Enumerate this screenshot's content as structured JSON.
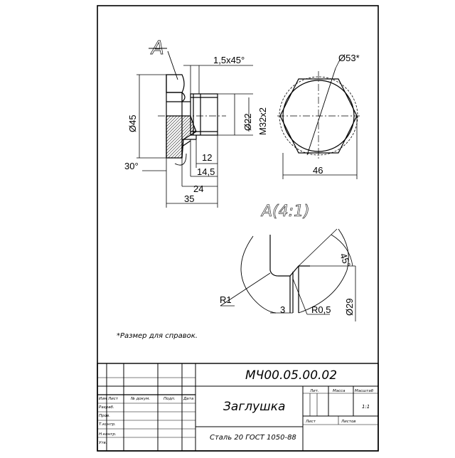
{
  "section_mark": "A",
  "detail_title": "A(4:1)",
  "dimensions": {
    "chamfer": "1,5x45°",
    "d45": "Ø45",
    "d22": "Ø22",
    "m32": "M32x2",
    "d53": "Ø53*",
    "d46": "46",
    "l12": "12",
    "l14_5": "14,5",
    "l24": "24",
    "l35": "35",
    "a30": "30°",
    "a45": "45°",
    "r1": "R1",
    "r0_5": "R0,5",
    "l3": "3",
    "d29": "Ø29"
  },
  "note": "*Размер для справок.",
  "title_block": {
    "drawing_number": "МЧ00.05.00.02",
    "part_name": "Заглушка",
    "material": "Сталь 20 ГОСТ 1050-88",
    "scale": "1:1",
    "headers": {
      "izm": "Изм",
      "list": "Лист",
      "doc_no": "№ докум.",
      "sign": "Подп.",
      "date": "Дата",
      "lit": "Лит.",
      "mass": "Масса",
      "scale": "Масштаб",
      "sheet": "Лист",
      "sheets": "Листов"
    },
    "roles": {
      "developer": "Разраб.",
      "checker": "Пров.",
      "tech": "Т.контр.",
      "norm": "Н.контр.",
      "approved": "Утв."
    }
  }
}
